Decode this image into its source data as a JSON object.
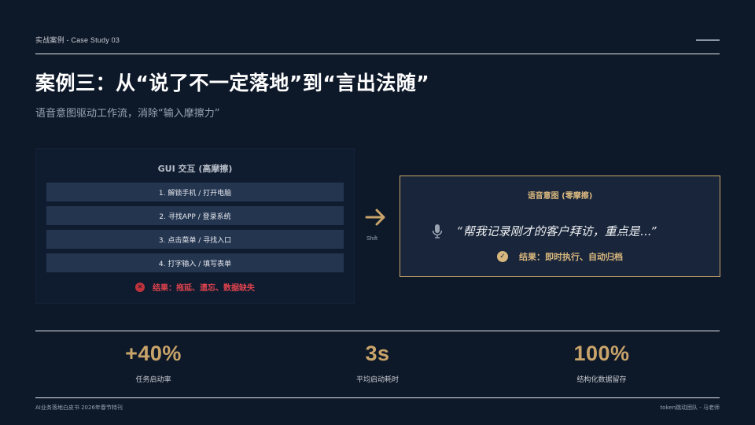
{
  "header": {
    "label": "实战案例 - Case Study 03"
  },
  "title": "案例三：从“说了不一定落地”到“言出法随”",
  "subtitle": "语音意图驱动工作流，消除“输入摩擦力”",
  "gui_panel": {
    "title": "GUI 交互 (高摩擦)",
    "steps": [
      "1. 解锁手机 / 打开电脑",
      "2. 寻找APP / 登录系统",
      "3. 点击菜单 / 寻找入口",
      "4. 打字输入 / 填写表单"
    ],
    "result": "结果：拖延、遗忘、数据缺失",
    "result_icon": "x-circle-icon",
    "result_color": "#e0434d"
  },
  "transition": {
    "icon": "arrow-right-icon",
    "label": "Shift"
  },
  "voice_panel": {
    "title": "语音意图 (零摩擦)",
    "icon": "microphone-icon",
    "quote": "“帮我记录刚才的客户拜访，重点是...”",
    "result": "结果：即时执行、自动归档",
    "result_icon": "check-circle-icon",
    "accent_color": "#c9a46a"
  },
  "stats": [
    {
      "value": "+40%",
      "label": "任务启动率"
    },
    {
      "value": "3s",
      "label": "平均启动耗时"
    },
    {
      "value": "100%",
      "label": "结构化数据留存"
    }
  ],
  "footer": {
    "left": "AI业务落地白皮书 2026年春节特刊",
    "right": "token跳动团队 - 马老师"
  },
  "colors": {
    "background": "#0d1829",
    "accent_gold": "#c9a46a",
    "step_bg": "#243550"
  }
}
